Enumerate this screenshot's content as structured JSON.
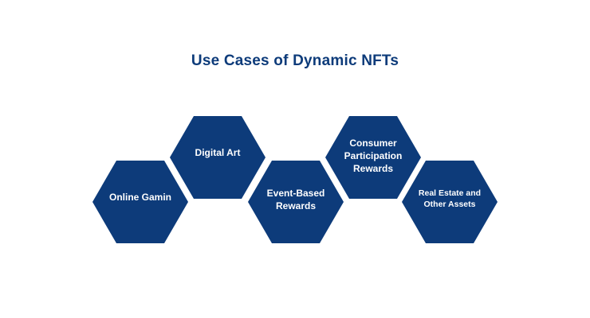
{
  "title": "Use Cases of Dynamic NFTs",
  "colors": {
    "hex_fill": "#0d3b7a",
    "title_text": "#0d3b7a",
    "label_text": "#ffffff",
    "background": "#ffffff"
  },
  "use_cases": [
    {
      "label": "Online Gamin"
    },
    {
      "label": "Digital Art"
    },
    {
      "label": "Event-Based\nRewards"
    },
    {
      "label": "Consumer\nParticipation\nRewards"
    },
    {
      "label": "Real Estate and\nOther Assets"
    }
  ]
}
